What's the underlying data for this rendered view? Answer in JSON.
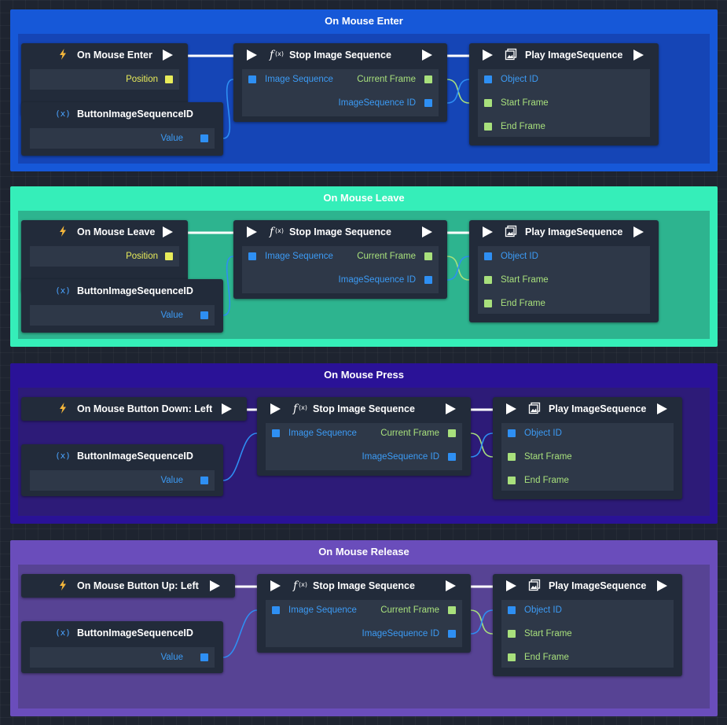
{
  "colors": {
    "canvas_bg": "#1e2430",
    "node_bg": "#222b3a",
    "node_body_bg": "#2e3848",
    "exec_wire": "#ffffff",
    "data_wire_green": "#a8e07c",
    "data_wire_blue": "#2e8ff3",
    "port_yellow": "#e8ec5a"
  },
  "icons": {
    "event": "lightning-icon",
    "variable": "variable-icon",
    "function": "function-icon",
    "image_sequence": "image-sequence-icon",
    "exec": "exec-arrow-icon"
  },
  "groups": [
    {
      "title": "On Mouse Enter",
      "outer_color": "#1658d8",
      "inner_color": "#1545b6",
      "event": {
        "title": "On Mouse Enter",
        "output_label": "Position"
      },
      "variable": {
        "title": "ButtonImageSequenceID",
        "output_label": "Value"
      },
      "stop_node": {
        "title": "Stop Image Sequence",
        "input_label": "Image Sequence",
        "output1_label": "Current Frame",
        "output2_label": "ImageSequence ID"
      },
      "play_node": {
        "title": "Play ImageSequence",
        "input1_label": "Object ID",
        "input2_label": "Start Frame",
        "input3_label": "End Frame"
      }
    },
    {
      "title": "On Mouse Leave",
      "outer_color": "#35eeb9",
      "inner_color": "#2db48f",
      "event": {
        "title": "On Mouse Leave",
        "output_label": "Position"
      },
      "variable": {
        "title": "ButtonImageSequenceID",
        "output_label": "Value"
      },
      "stop_node": {
        "title": "Stop Image Sequence",
        "input_label": "Image Sequence",
        "output1_label": "Current Frame",
        "output2_label": "ImageSequence ID"
      },
      "play_node": {
        "title": "Play ImageSequence",
        "input1_label": "Object ID",
        "input2_label": "Start Frame",
        "input3_label": "End Frame"
      }
    },
    {
      "title": "On Mouse Press",
      "outer_color": "#2a1297",
      "inner_color": "#2d1b78",
      "event": {
        "title": "On Mouse Button Down: Left"
      },
      "variable": {
        "title": "ButtonImageSequenceID",
        "output_label": "Value"
      },
      "stop_node": {
        "title": "Stop Image Sequence",
        "input_label": "Image Sequence",
        "output1_label": "Current Frame",
        "output2_label": "ImageSequence ID"
      },
      "play_node": {
        "title": "Play ImageSequence",
        "input1_label": "Object ID",
        "input2_label": "Start Frame",
        "input3_label": "End Frame"
      }
    },
    {
      "title": "On Mouse Release",
      "outer_color": "#6a4dbb",
      "inner_color": "#574394",
      "event": {
        "title": "On Mouse Button Up: Left"
      },
      "variable": {
        "title": "ButtonImageSequenceID",
        "output_label": "Value"
      },
      "stop_node": {
        "title": "Stop Image Sequence",
        "input_label": "Image Sequence",
        "output1_label": "Current Frame",
        "output2_label": "ImageSequence ID"
      },
      "play_node": {
        "title": "Play ImageSequence",
        "input1_label": "Object ID",
        "input2_label": "Start Frame",
        "input3_label": "End Frame"
      }
    }
  ]
}
